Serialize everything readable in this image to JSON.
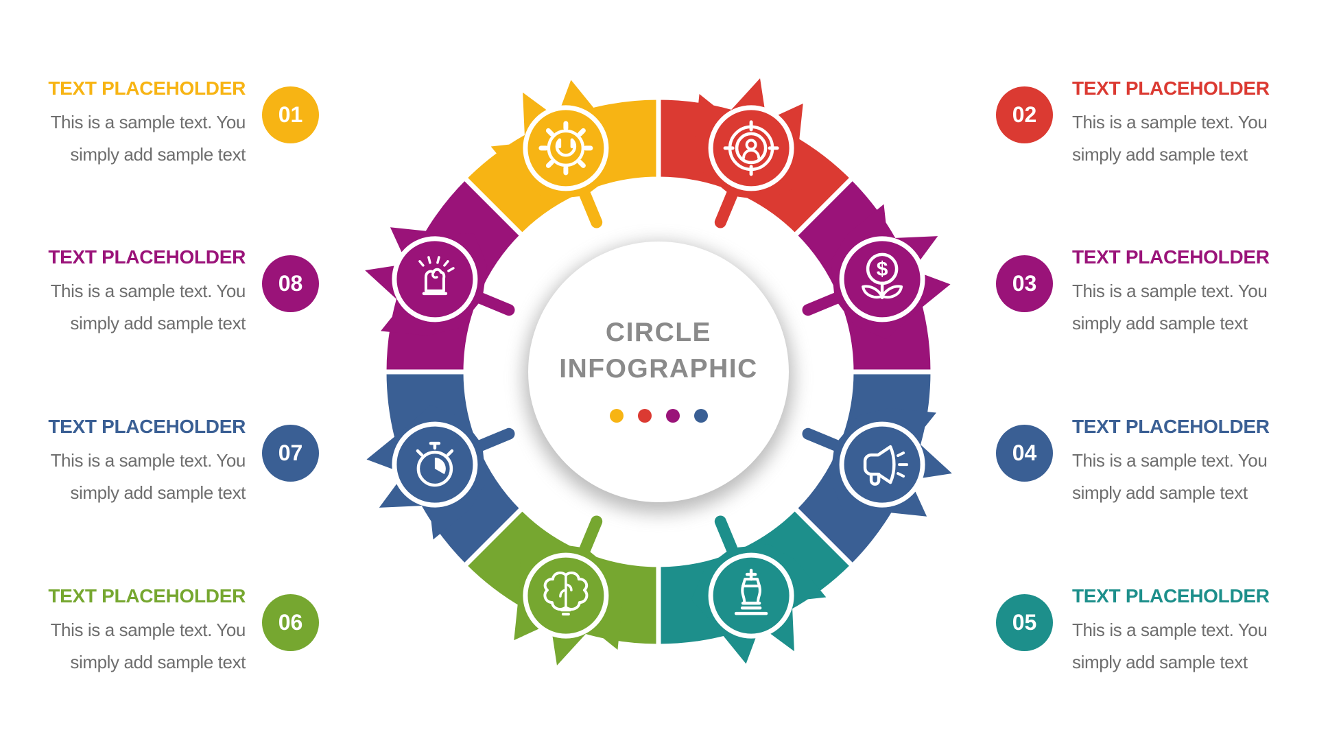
{
  "center": {
    "title_line1": "CIRCLE",
    "title_line2": "INFOGRAPHIC",
    "title_color": "#8A8A8A",
    "dot_colors": [
      "#F7B414",
      "#DB3A32",
      "#9A1379",
      "#3A5F94"
    ]
  },
  "body_text_color": "#6E6E6E",
  "items": [
    {
      "number": "01",
      "color": "#F7B414",
      "icon": "gear-wrench-icon",
      "side": "left",
      "row": 0,
      "title": "TEXT PLACEHOLDER",
      "line1": "This is a sample text. You",
      "line2": "simply add sample text"
    },
    {
      "number": "02",
      "color": "#DB3A32",
      "icon": "target-user-icon",
      "side": "right",
      "row": 0,
      "title": "TEXT PLACEHOLDER",
      "line1": "This is a sample text. You",
      "line2": "simply add sample text"
    },
    {
      "number": "03",
      "color": "#9A1379",
      "icon": "money-growth-icon",
      "side": "right",
      "row": 1,
      "title": "TEXT PLACEHOLDER",
      "line1": "This is a sample text. You",
      "line2": "simply add sample text"
    },
    {
      "number": "04",
      "color": "#3A5F94",
      "icon": "megaphone-icon",
      "side": "right",
      "row": 2,
      "title": "TEXT PLACEHOLDER",
      "line1": "This is a sample text. You",
      "line2": "simply add sample text"
    },
    {
      "number": "05",
      "color": "#1D8F8B",
      "icon": "chess-king-icon",
      "side": "right",
      "row": 3,
      "title": "TEXT PLACEHOLDER",
      "line1": "This is a sample text. You",
      "line2": "simply add sample text"
    },
    {
      "number": "06",
      "color": "#76A730",
      "icon": "brain-icon",
      "side": "left",
      "row": 3,
      "title": "TEXT PLACEHOLDER",
      "line1": "This is a sample text. You",
      "line2": "simply add sample text"
    },
    {
      "number": "07",
      "color": "#3A5F94",
      "icon": "stopwatch-icon",
      "side": "left",
      "row": 2,
      "title": "TEXT PLACEHOLDER",
      "line1": "This is a sample text. You",
      "line2": "simply add sample text"
    },
    {
      "number": "08",
      "color": "#9A1379",
      "icon": "fist-power-icon",
      "side": "left",
      "row": 1,
      "title": "TEXT PLACEHOLDER",
      "line1": "This is a sample text. You",
      "line2": "simply add sample text"
    }
  ]
}
